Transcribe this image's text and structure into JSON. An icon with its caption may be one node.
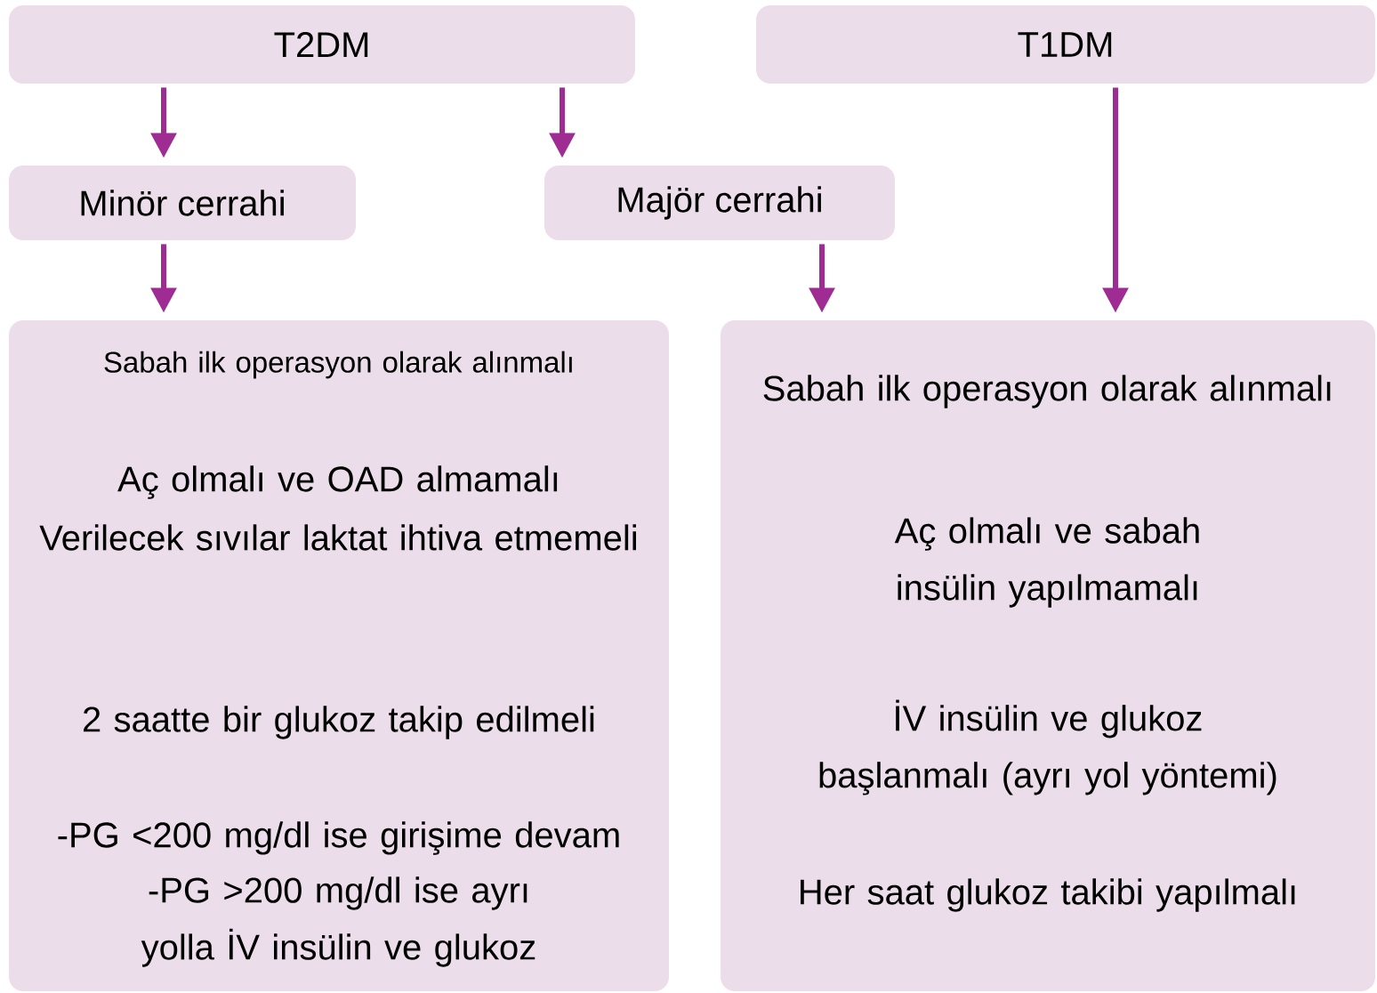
{
  "diagram": {
    "nodes": [
      {
        "text": [
          "T2DM"
        ]
      },
      {
        "text": [
          "T1DM"
        ]
      },
      {
        "text": [
          "Minör cerrahi"
        ]
      },
      {
        "text": [
          "Majör cerrahi"
        ]
      },
      {
        "text": [
          "Sabah ilk operasyon olarak alınmalı",
          "Aç olmalı ve OAD almamalı",
          "Verilecek sıvılar laktat ihtiva etmemeli",
          "2 saatte bir glukoz takip edilmeli",
          "-PG <200 mg/dl ise girişime devam",
          "-PG >200 mg/dl ise ayrı yolla İV insülin ve glukoz"
        ]
      },
      {
        "text": [
          "Sabah ilk operasyon olarak alınmalı",
          "Aç olmalı ve sabah insülin yapılmamalı",
          "İV insülin ve glukoz başlanmalı (ayrı yol yöntemi)",
          "Her saat glukoz takibi yapılmalı"
        ]
      }
    ],
    "edges": [
      {
        "from": 0,
        "to": 2,
        "arrow": "to"
      },
      {
        "from": 0,
        "to": 3,
        "arrow": "to"
      },
      {
        "from": 2,
        "to": 4,
        "arrow": "to"
      },
      {
        "from": 3,
        "to": 5,
        "arrow": "to"
      },
      {
        "from": 1,
        "to": 5,
        "arrow": "to"
      }
    ]
  }
}
